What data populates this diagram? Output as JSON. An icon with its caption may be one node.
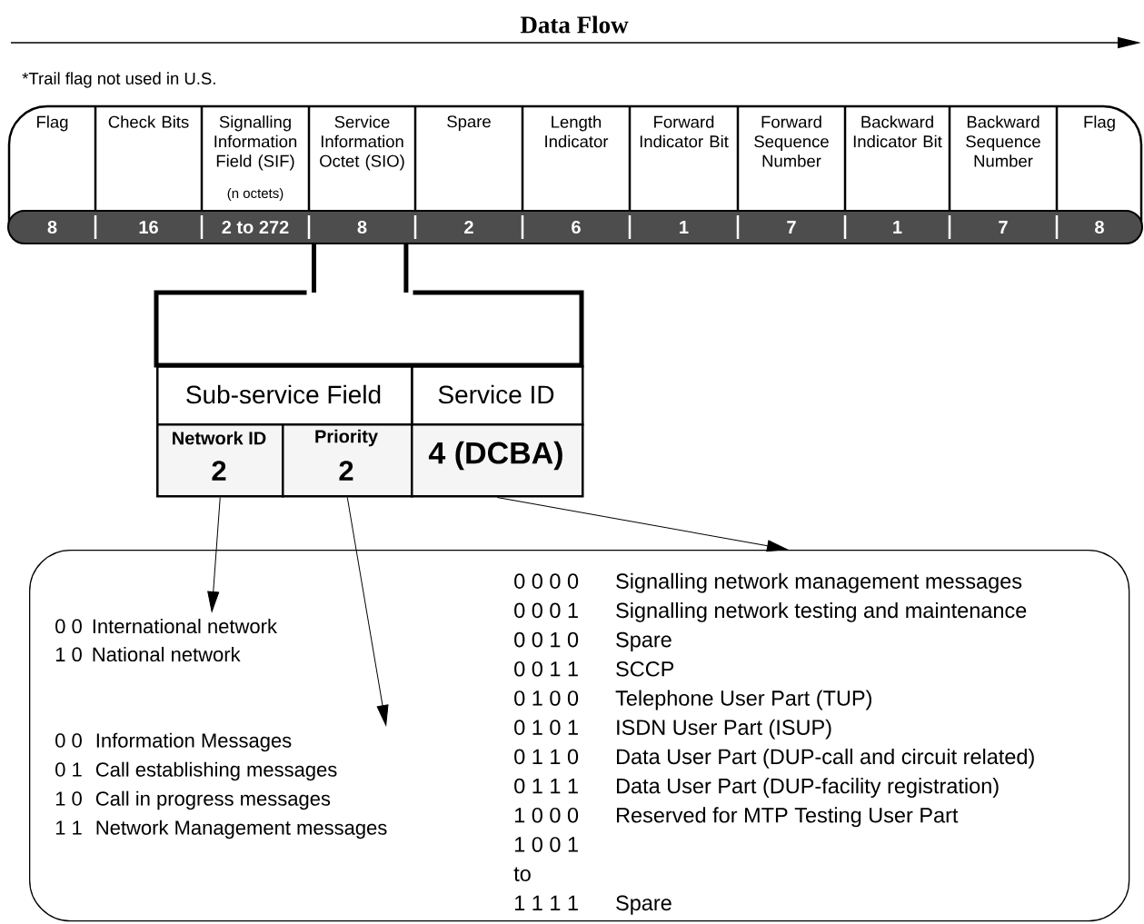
{
  "diagram": {
    "title": "Data Flow",
    "nodes": [
      {
        "text": [
          "Flag",
          "8"
        ]
      },
      {
        "text": [
          "Check Bits",
          "16"
        ]
      },
      {
        "text": [
          "Signalling Information Field (SIF)",
          "(n octets)",
          "2 to 272"
        ]
      },
      {
        "text": [
          "Service Information Octet (SIO)",
          "8"
        ]
      },
      {
        "text": [
          "Spare",
          "2"
        ]
      },
      {
        "text": [
          "Length Indicator",
          "6"
        ]
      },
      {
        "text": [
          "Forward Indicator Bit",
          "1"
        ]
      },
      {
        "text": [
          "Forward Sequence Number",
          "7"
        ]
      },
      {
        "text": [
          "Backward Indicator Bit",
          "1"
        ]
      },
      {
        "text": [
          "Backward Sequence Number",
          "7"
        ]
      },
      {
        "text": [
          "Flag",
          "8"
        ]
      },
      {
        "text": [],
        "shape": "box"
      },
      {
        "text": [
          "Sub-service Field"
        ]
      },
      {
        "text": [
          "Service ID"
        ]
      },
      {
        "text": [
          "Network ID",
          "2"
        ]
      },
      {
        "text": [
          "Priority",
          "2"
        ]
      },
      {
        "text": [
          "4 (DCBA)"
        ]
      },
      {
        "text": [],
        "shape": "box"
      },
      {
        "text": [
          "0 0",
          "International network",
          "1 0",
          "National network"
        ],
        "in": 17
      },
      {
        "text": [
          "0 0",
          "Information Messages",
          "0 1",
          "Call establishing messages",
          "1 0",
          "Call in progress messages",
          "1 1",
          "Network Management messages"
        ],
        "in": 17
      },
      {
        "text": [
          "0 0 0 0",
          "Signalling network management messages",
          "0 0 0 1",
          "Signalling network testing and maintenance",
          "0 0 1 0",
          "Spare",
          "0 0 1 1",
          "SCCP",
          "0 1 0 0",
          "Telephone User Part (TUP)",
          "0 1 0 1",
          "ISDN User Part (ISUP)",
          "0 1 1 0",
          "Data User Part (DUP-call and circuit related)",
          "0 1 1 1",
          "Data User Part (DUP-facility registration)",
          "1 0 0 0",
          "Reserved for MTP Testing User Part",
          "1 0 0 1",
          "to",
          "1 1 1 1",
          "Spare"
        ],
        "in": 17
      }
    ],
    "edges": [
      {
        "from": 3,
        "to": 11,
        "arrow": "none",
        "style": "thick"
      },
      {
        "from": 3,
        "to": 11,
        "arrow": "none",
        "style": "thick"
      },
      {
        "from": 14,
        "to": 18,
        "arrow": "to"
      },
      {
        "from": 15,
        "to": 19,
        "arrow": "to"
      },
      {
        "from": 16,
        "to": 17,
        "arrow": "to"
      }
    ],
    "labels": [
      "*Trail flag not used in U.S."
    ]
  }
}
